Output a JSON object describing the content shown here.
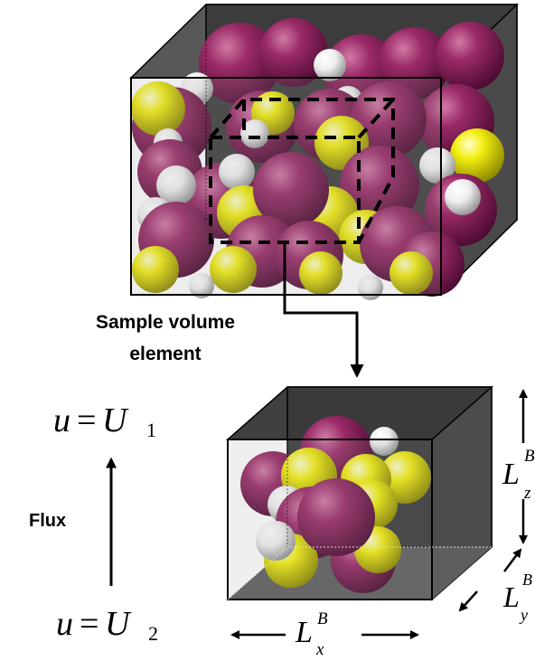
{
  "labels": {
    "sample_line1": "Sample volume",
    "sample_line2": "element",
    "flux": "Flux",
    "u_top_var": "u",
    "u_top_eq": "=",
    "u_top_sym": "U",
    "u_top_sub": "1",
    "u_bot_var": "u",
    "u_bot_eq": "=",
    "u_bot_sym": "U",
    "u_bot_sub": "2",
    "lx_sym": "L",
    "lx_sup": "B",
    "lx_sub": "x",
    "ly_sym": "L",
    "ly_sup": "B",
    "ly_sub": "y",
    "lz_sym": "L",
    "lz_sup": "B",
    "lz_sub": "z"
  },
  "colors": {
    "purple": "#7e1b55",
    "yellow": "#f2ee0f",
    "white": "#eeeeee",
    "box_back": "#464646",
    "box_front": "#6e6e6e"
  },
  "icons": {
    "flux_arrow": "arrow-up-icon",
    "connector_arrow": "arrow-down-icon"
  }
}
